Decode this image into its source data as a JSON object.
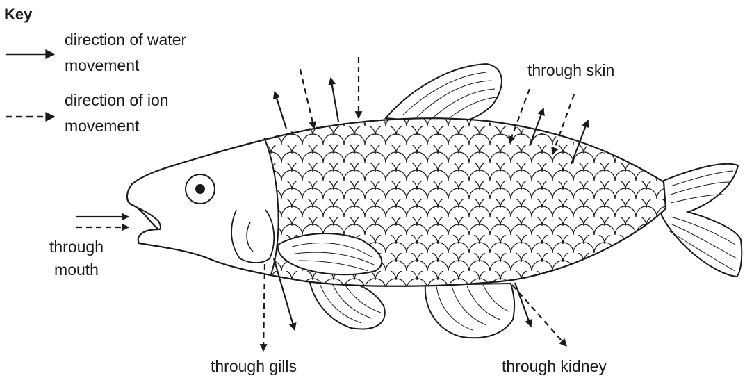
{
  "key": {
    "title": "Key",
    "water_line1": "direction of water",
    "water_line2": "movement",
    "ion_line1": "direction of ion",
    "ion_line2": "movement"
  },
  "labels": {
    "skin": "through skin",
    "mouth_line1": "through",
    "mouth_line2": "mouth",
    "gills": "through gills",
    "kidney": "through kidney"
  },
  "colors": {
    "ink": "#1a1a1a",
    "background": "#ffffff"
  }
}
